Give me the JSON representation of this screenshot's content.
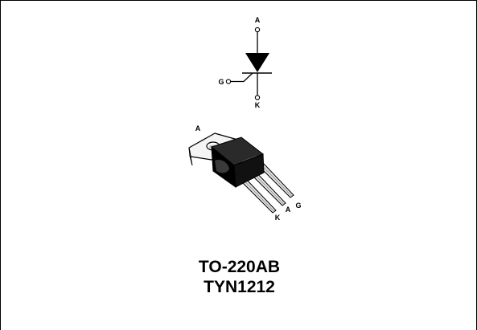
{
  "symbol": {
    "anode_label": "A",
    "gate_label": "G",
    "cathode_label": "K"
  },
  "package": {
    "tab_label": "A",
    "pin_labels": [
      "K",
      "A",
      "G"
    ]
  },
  "caption": {
    "package_name": "TO-220AB",
    "part_number": "TYN1212"
  }
}
